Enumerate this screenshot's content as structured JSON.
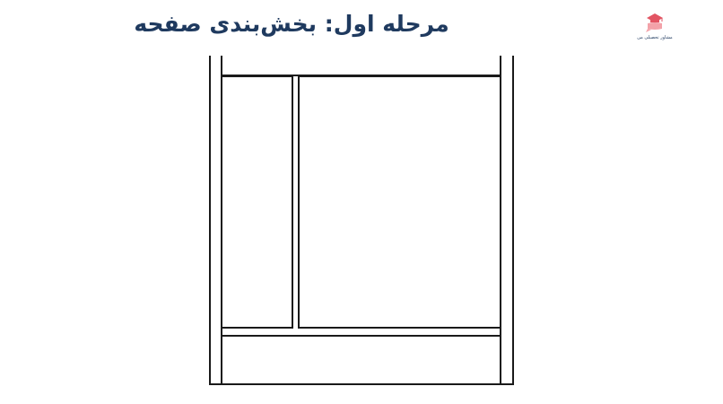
{
  "header": {
    "title": "مرحله اول: بخش‌بندی صفحه"
  },
  "brand": {
    "logo_icon": "graduation-cap-chat-icon",
    "name": "مشاور تحصیلی من",
    "colors": {
      "accent": "#e25563",
      "text": "#1f3a5f"
    }
  },
  "wireframe": {
    "regions": [
      "outer-frame",
      "header-block",
      "sidebar-block",
      "main-content-block",
      "footer-block"
    ]
  }
}
